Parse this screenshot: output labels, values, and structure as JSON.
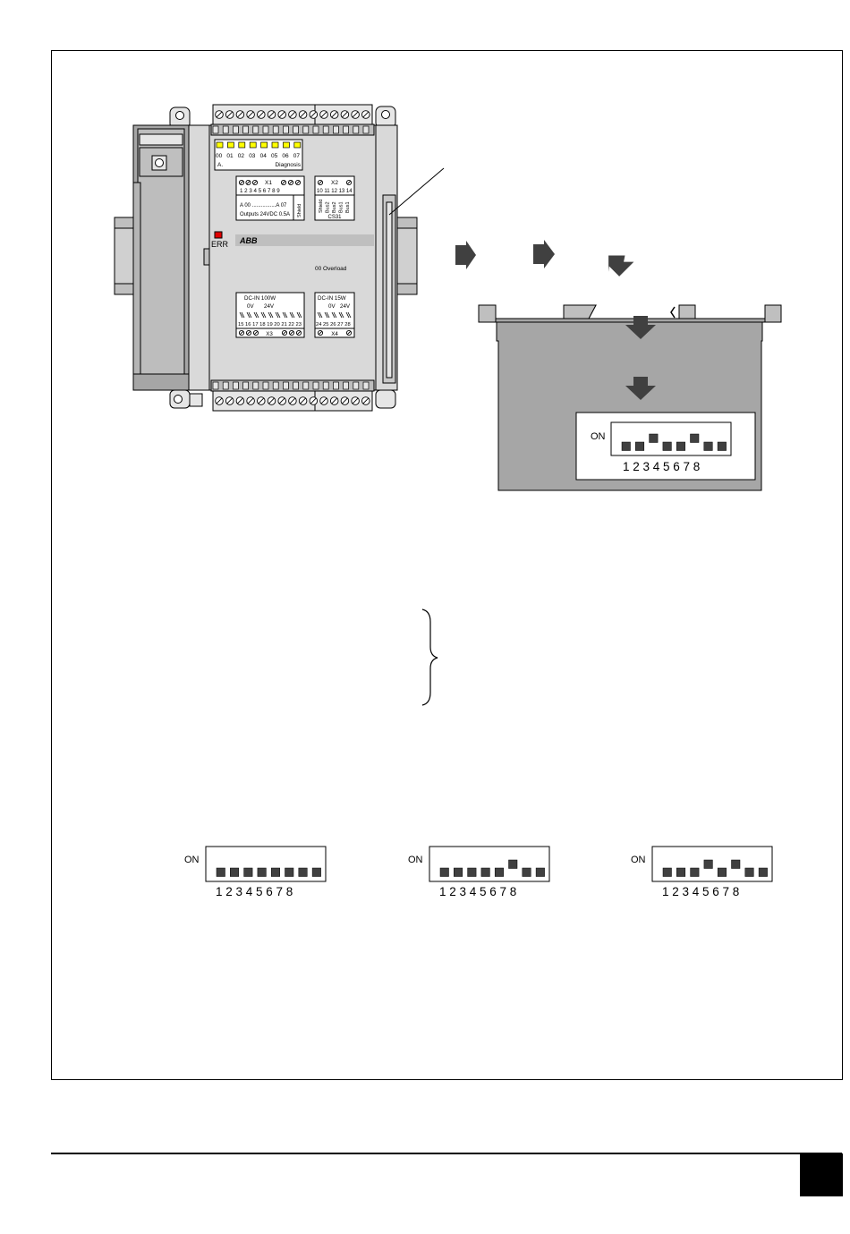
{
  "device": {
    "led_labels": [
      "00",
      "01",
      "02",
      "03",
      "04",
      "05",
      "06",
      "07"
    ],
    "led_sub_left": "A.",
    "led_sub_right": "Diagnosis",
    "err_label": "ERR",
    "brand": "ABB",
    "overload": "00  Overload",
    "x1": {
      "title": "X1",
      "numbers": "1  2  3  4  5  6  7  8  9",
      "range": "A 00 ................A 07",
      "outputs": "Outputs 24VDC 0.5A",
      "side": "Shield"
    },
    "x2": {
      "title": "X2",
      "numbers": "10 11 12 13 14",
      "pins": [
        "Shield",
        "Bus2",
        "Bus2",
        "Bus1",
        "Bus1"
      ],
      "bus": "CS31"
    },
    "x3": {
      "header": "DC-IN 100W",
      "voltage_0": "0V",
      "voltage_24": "24V",
      "numbers": "15 16 17 18 19 20 21 22 23",
      "title": "X3"
    },
    "x4": {
      "header": "DC-IN 15W",
      "voltage_0": "0V",
      "voltage_24": "24V",
      "numbers": "24 25 26 27 28",
      "title": "X4"
    }
  },
  "dip_label_on": "ON",
  "dip_numbers": "1 2 3 4 5 6 7 8",
  "dip_switches": [
    {
      "name": "detail",
      "states": [
        0,
        0,
        1,
        0,
        0,
        1,
        0,
        0
      ]
    },
    {
      "name": "example-1",
      "states": [
        0,
        0,
        0,
        0,
        0,
        0,
        0,
        0
      ]
    },
    {
      "name": "example-2",
      "states": [
        0,
        0,
        0,
        0,
        0,
        1,
        0,
        0
      ]
    },
    {
      "name": "example-3",
      "states": [
        0,
        0,
        0,
        1,
        0,
        1,
        0,
        0
      ]
    }
  ],
  "colors": {
    "housing": "#d9d9d9",
    "housing_dark": "#a6a6a6",
    "arrow": "#404040",
    "switch": "#404040",
    "led": "#ffff00",
    "err_led": "#e00000"
  }
}
